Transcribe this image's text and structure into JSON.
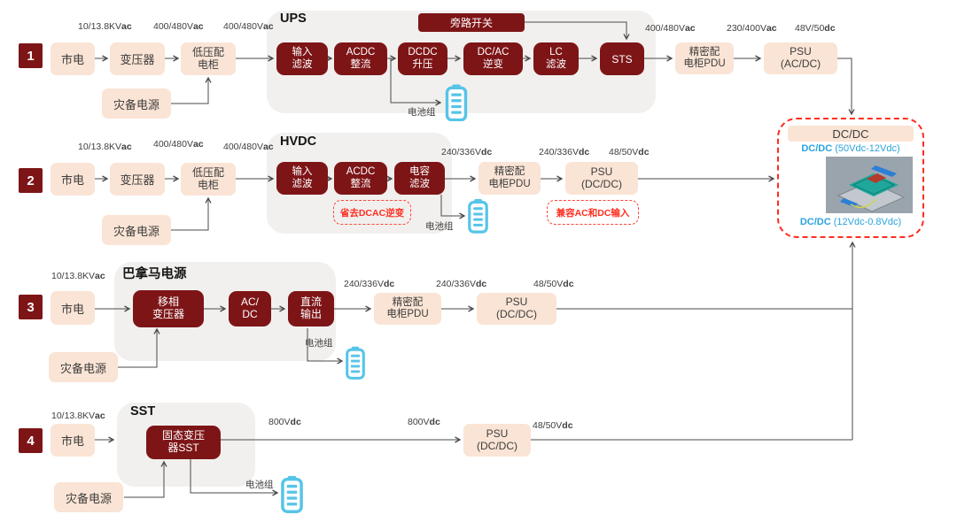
{
  "palette": {
    "maroon": "#7D1517",
    "peach": "#FAE4D5",
    "group_gray": "#F1F0EE",
    "battery_cyan": "#56C4E8",
    "blue_text": "#29A3DC",
    "note_red": "#FF2D1F"
  },
  "rows": {
    "r1": {
      "badge": "1",
      "v_grid": {
        "v": "10/13.8KV",
        "u": "ac"
      },
      "source": "市电",
      "v_tx": {
        "v": "400/480V",
        "u": "ac"
      },
      "transformer": "变压器",
      "v_lv": {
        "v": "400/480V",
        "u": "ac"
      },
      "lv_panel": "低压配\n电柜",
      "backup": "灾备电源",
      "group": "UPS",
      "bypass": "旁路开关",
      "blocks": [
        "输入\n滤波",
        "ACDC\n整流",
        "DCDC\n升压",
        "DC/AC\n逆变",
        "LC\n滤波",
        "STS"
      ],
      "battery": "电池组",
      "v_out": {
        "v": "400/480V",
        "u": "ac"
      },
      "pdu": "精密配\n电柜PDU",
      "v_pdu": {
        "v": "230/400V",
        "u": "ac"
      },
      "psu": "PSU\n(AC/DC)",
      "v_psu": {
        "v": "48V/50",
        "u": "dc"
      }
    },
    "r2": {
      "badge": "2",
      "v_grid": {
        "v": "10/13.8KV",
        "u": "ac"
      },
      "source": "市电",
      "v_tx": {
        "v": "400/480V",
        "u": "ac"
      },
      "transformer": "变压器",
      "v_lv": {
        "v": "400/480V",
        "u": "ac"
      },
      "lv_panel": "低压配\n电柜",
      "backup": "灾备电源",
      "group": "HVDC",
      "blocks": [
        "输入\n滤波",
        "ACDC\n整流",
        "电容\n滤波"
      ],
      "note": "省去DCAC逆变",
      "battery": "电池组",
      "v_out": {
        "v": "240/336V",
        "u": "dc"
      },
      "pdu": "精密配\n电柜PDU",
      "v_pdu": {
        "v": "240/336V",
        "u": "dc"
      },
      "psu": "PSU\n(DC/DC)",
      "psu_note": "兼容AC和DC输入",
      "v_psu": {
        "v": "48/50V",
        "u": "dc"
      }
    },
    "r3": {
      "badge": "3",
      "v_grid": {
        "v": "10/13.8KV",
        "u": "ac"
      },
      "source": "市电",
      "group": "巴拿马电源",
      "blocks": [
        "移相\n变压器",
        "AC/\nDC",
        "直流\n输出"
      ],
      "backup": "灾备电源",
      "battery": "电池组",
      "v_out": {
        "v": "240/336V",
        "u": "dc"
      },
      "pdu": "精密配\n电柜PDU",
      "v_pdu": {
        "v": "240/336V",
        "u": "dc"
      },
      "psu": "PSU\n(DC/DC)",
      "v_psu": {
        "v": "48/50V",
        "u": "dc"
      }
    },
    "r4": {
      "badge": "4",
      "v_grid": {
        "v": "10/13.8KV",
        "u": "ac"
      },
      "source": "市电",
      "group": "SST",
      "block": "固态变压\n器SST",
      "backup": "灾备电源",
      "battery": "电池组",
      "v_out": {
        "v": "800V",
        "u": "dc"
      },
      "v_mid": {
        "v": "800V",
        "u": "dc"
      },
      "psu": "PSU\n(DC/DC)",
      "v_psu": {
        "v": "48/50V",
        "u": "dc"
      }
    }
  },
  "endpoint": {
    "title": "DC/DC",
    "stage1": {
      "name": "DC/DC",
      "range": "(50Vdc-12Vdc)"
    },
    "stage2": {
      "name": "DC/DC",
      "range": "(12Vdc-0.8Vdc)"
    }
  }
}
